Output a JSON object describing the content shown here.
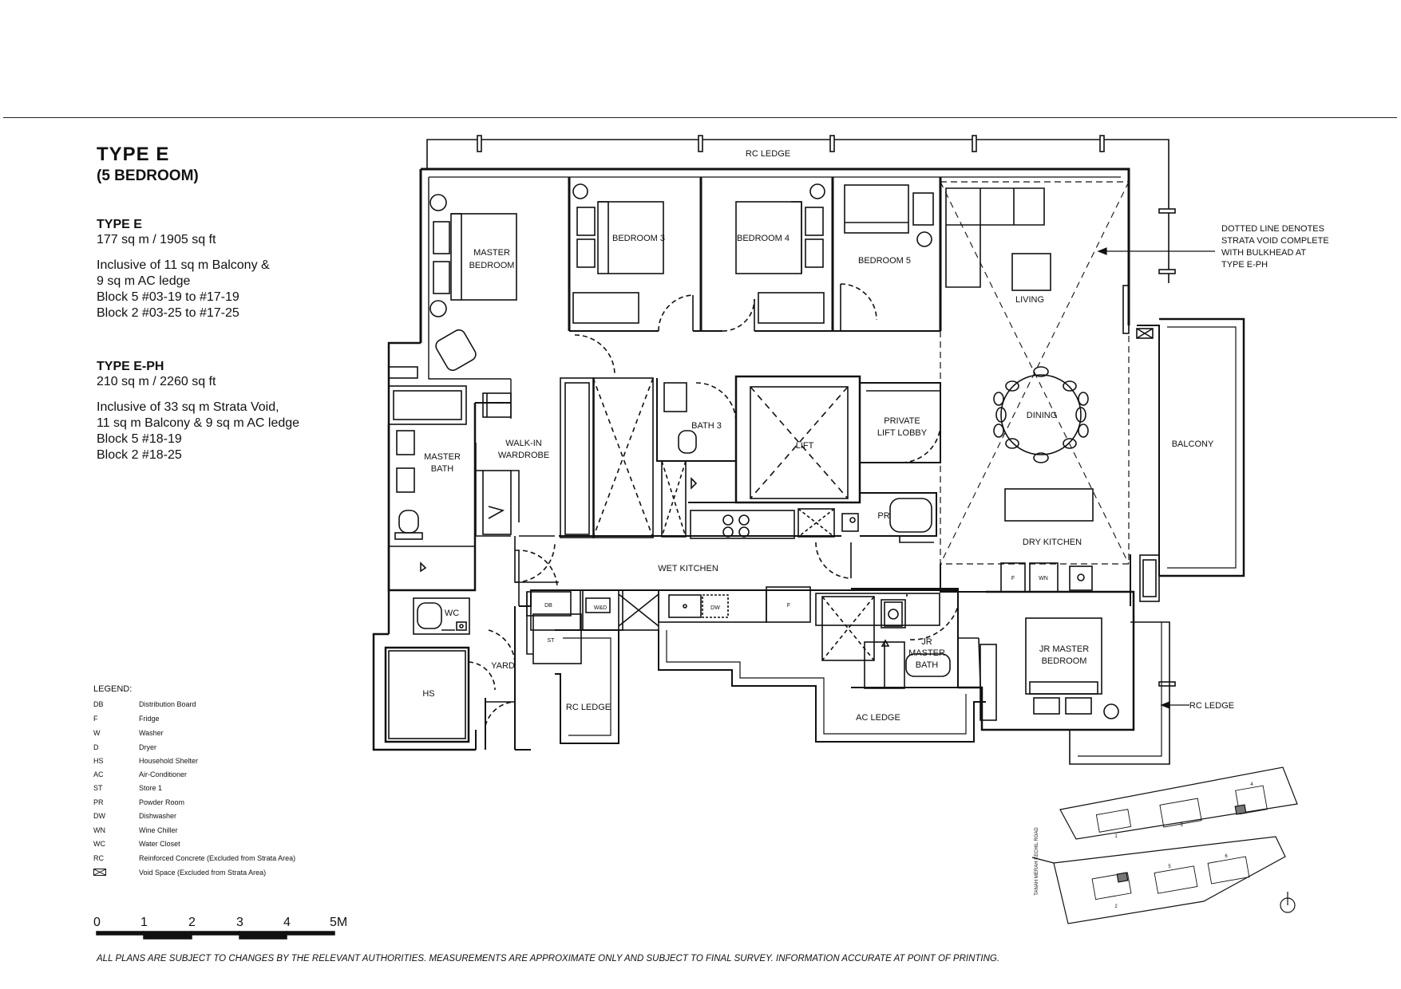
{
  "header": {
    "title": "TYPE  E",
    "subtitle": "(5 BEDROOM)"
  },
  "specs": {
    "type_e": {
      "heading": "TYPE E",
      "area": "177 sq m / 1905 sq ft",
      "lines": [
        "Inclusive of 11 sq m Balcony &",
        "9 sq m AC ledge",
        "Block 5 #03-19 to #17-19",
        "Block 2 #03-25 to #17-25"
      ]
    },
    "type_e_ph": {
      "heading": "TYPE E-PH",
      "area": "210 sq m / 2260 sq ft",
      "lines": [
        "Inclusive of 33 sq m Strata Void,",
        "11 sq m Balcony & 9 sq m AC ledge",
        "Block 5 #18-19",
        "Block 2 #18-25"
      ]
    }
  },
  "rooms": {
    "rc_ledge_top": "RC LEDGE",
    "master_bedroom_1": "MASTER",
    "master_bedroom_2": "BEDROOM",
    "bedroom3": "BEDROOM 3",
    "bedroom4": "BEDROOM 4",
    "bedroom5": "BEDROOM 5",
    "living": "LIVING",
    "dining": "DINING",
    "balcony": "BALCONY",
    "dry_kitchen": "DRY KITCHEN",
    "master_bath_1": "MASTER",
    "master_bath_2": "BATH",
    "walkin_1": "WALK-IN",
    "walkin_2": "WARDROBE",
    "bath3": "BATH 3",
    "lift": "LIFT",
    "lift_lobby_1": "PRIVATE",
    "lift_lobby_2": "LIFT LOBBY",
    "pr": "PR",
    "wet_kitchen": "WET KITCHEN",
    "wc": "WC",
    "yard": "YARD",
    "hs": "HS",
    "rc_ledge_bottom": "RC LEDGE",
    "ac_ledge": "AC LEDGE",
    "jr_master_bath_1": "JR",
    "jr_master_bath_2": "MASTER",
    "jr_master_bath_3": "BATH",
    "jr_master_bed_1": "JR MASTER",
    "jr_master_bed_2": "BEDROOM",
    "rc_ledge_right": "RC LEDGE"
  },
  "fixtures": {
    "wd": "W&D",
    "db": "DB",
    "st": "ST",
    "dw": "DW",
    "f_kitchen": "F",
    "f_dry": "F",
    "wn": "WN"
  },
  "note": {
    "lines": [
      "DOTTED LINE DENOTES",
      "STRATA VOID COMPLETE",
      "WITH BULKHEAD AT",
      "TYPE E-PH"
    ]
  },
  "legend": {
    "title": "LEGEND:",
    "items": [
      {
        "code": "DB",
        "desc": "Distribution Board"
      },
      {
        "code": "F",
        "desc": "Fridge"
      },
      {
        "code": "W",
        "desc": "Washer"
      },
      {
        "code": "D",
        "desc": "Dryer"
      },
      {
        "code": "HS",
        "desc": "Household Shelter"
      },
      {
        "code": "AC",
        "desc": "Air-Conditioner"
      },
      {
        "code": "ST",
        "desc": "Store 1"
      },
      {
        "code": "PR",
        "desc": "Powder Room"
      },
      {
        "code": "DW",
        "desc": "Dishwasher"
      },
      {
        "code": "WN",
        "desc": "Wine Chiller"
      },
      {
        "code": "WC",
        "desc": "Water Closet"
      },
      {
        "code": "RC",
        "desc": "Reinforced Concrete (Excluded from Strata Area)"
      },
      {
        "code": "",
        "desc": "Void Space (Excluded from Strata Area)"
      }
    ]
  },
  "scale": {
    "labels": [
      "0",
      "1",
      "2",
      "3",
      "4",
      "5M"
    ]
  },
  "site_plan": {
    "block_labels": [
      "1",
      "2",
      "3",
      "4",
      "5",
      "6"
    ],
    "road_label": "TANAH MERAH KECHIL ROAD"
  },
  "disclaimer": "ALL PLANS ARE SUBJECT TO CHANGES BY THE RELEVANT AUTHORITIES. MEASUREMENTS ARE APPROXIMATE ONLY AND SUBJECT TO FINAL SURVEY. INFORMATION ACCURATE AT POINT OF PRINTING."
}
